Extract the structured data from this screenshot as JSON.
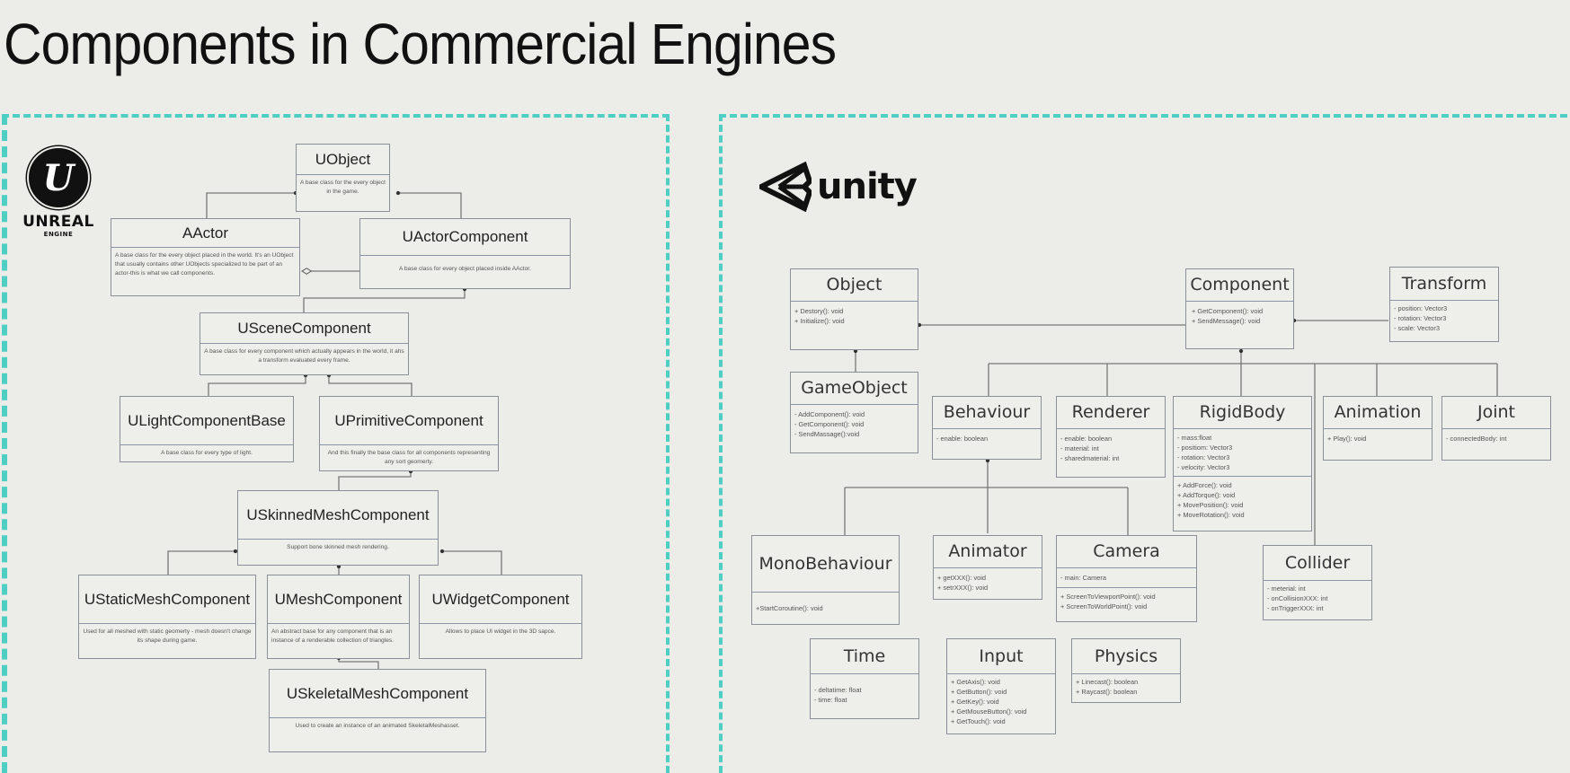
{
  "title": "Components in Commercial Engines",
  "colors": {
    "accent_dash": "#4fcfc4",
    "background": "#ecece8",
    "line": "#777777"
  },
  "unreal": {
    "logo": {
      "icon": "unreal-engine-logo-icon",
      "word1": "UNREAL",
      "word2": "ENGINE",
      "glyph": "U"
    },
    "classes": {
      "uobject": {
        "name": "UObject",
        "desc": "A base class for the every object in the game."
      },
      "aactor": {
        "name": "AActor",
        "desc": "A base class for the every object placed in the world. It's an UObject that usually contains other UObjects specialized to be part of an actor-this is what we call components."
      },
      "uactorcomponent": {
        "name": "UActorComponent",
        "desc": "A base class for every object placed inside AActor."
      },
      "uscenecomponent": {
        "name": "USceneComponent",
        "desc": "A base class for every component which actually appears in the world, it ahs a transform evaluated every frame."
      },
      "ulightcomponentbase": {
        "name": "ULightComponentBase",
        "desc": "A base class for every type of light."
      },
      "uprimitivecomponent": {
        "name": "UPrimitiveComponent",
        "desc": "And this finally the base class for all components representing any sort geomerty."
      },
      "uskinnedmeshcomponent": {
        "name": "USkinnedMeshComponent",
        "desc": "Support bone skinned mesh rendering."
      },
      "ustaticmeshcomponent": {
        "name": "UStaticMeshComponent",
        "desc": "Used for all meshed with static geomerty - mesh doesn't change its shape during game."
      },
      "umeshcomponent": {
        "name": "UMeshComponent",
        "desc": "An abstract base for any component that is an instance of a renderable collection of triangles."
      },
      "uwidgetcomponent": {
        "name": "UWidgetComponent",
        "desc": "Allows to place UI widget in the 3D sapce."
      },
      "uskeletalmeshcomponent": {
        "name": "USkeletalMeshComponent",
        "desc": "Used to create an instance of an animated SkeletalMeshasset."
      }
    }
  },
  "unity": {
    "logo": {
      "icon": "unity-logo-icon",
      "word": "unity"
    },
    "classes": {
      "object": {
        "name": "Object",
        "members": [
          "+    Destory(): void",
          "+    Initialize(): void"
        ]
      },
      "component": {
        "name": "Component",
        "members": [
          "+    GetComponent(): void",
          "+    SendMessage(): void"
        ]
      },
      "transform": {
        "name": "Transform",
        "members": [
          "- position: Vector3",
          "- rotation: Vector3",
          "- scale: Vector3"
        ]
      },
      "gameobject": {
        "name": "GameObject",
        "members": [
          "- AddComponent(): void",
          "- GetComponent(): void",
          "- SendMassage():void"
        ]
      },
      "behaviour": {
        "name": "Behaviour",
        "members": [
          "- enable: boolean"
        ]
      },
      "renderer": {
        "name": "Renderer",
        "members": [
          "- enable: boolean",
          "- material: int",
          "- sharedmaterial: int"
        ]
      },
      "rigidbody": {
        "name": "RigidBody",
        "fields": [
          "- mass:float",
          "- positiom: Vector3",
          "- rotation: Vector3",
          "- velocity: Vector3"
        ],
        "methods": [
          "+ AddForce(): void",
          "+ AddTorque(): void",
          "+ MovePosition(): void",
          "+ MoveRotation(): void"
        ]
      },
      "animation": {
        "name": "Animation",
        "members": [
          "+ Play(): void"
        ]
      },
      "joint": {
        "name": "Joint",
        "members": [
          "- connectedBody: int"
        ]
      },
      "monobehaviour": {
        "name": "MonoBehaviour",
        "members": [
          "+StartCoroutine(): void"
        ]
      },
      "animator": {
        "name": "Animator",
        "members": [
          "+ getXXX(): void",
          "+ setrXXX(): void"
        ]
      },
      "camera": {
        "name": "Camera",
        "fields": [
          "- main: Camera"
        ],
        "methods": [
          "+ ScreenToViewportPoint(): void",
          "+ ScreenToWorldPoint(): void"
        ]
      },
      "collider": {
        "name": "Collider",
        "members": [
          "- meterial: int",
          "- onCollisionXXX: int",
          "- onTriggerXXX: int"
        ]
      },
      "time": {
        "name": "Time",
        "members": [
          "- deltatime: float",
          "- time: float"
        ]
      },
      "input": {
        "name": "Input",
        "members": [
          "+ GetAxis(): void",
          "+ GetButton(): void",
          "+ GetKey(): void",
          "+ GetMouseButton(): void",
          "+ GetTouch(): void"
        ]
      },
      "physics": {
        "name": "Physics",
        "members": [
          "+ Linecast(): boolean",
          "+ Raycast(): boolean"
        ]
      }
    }
  }
}
